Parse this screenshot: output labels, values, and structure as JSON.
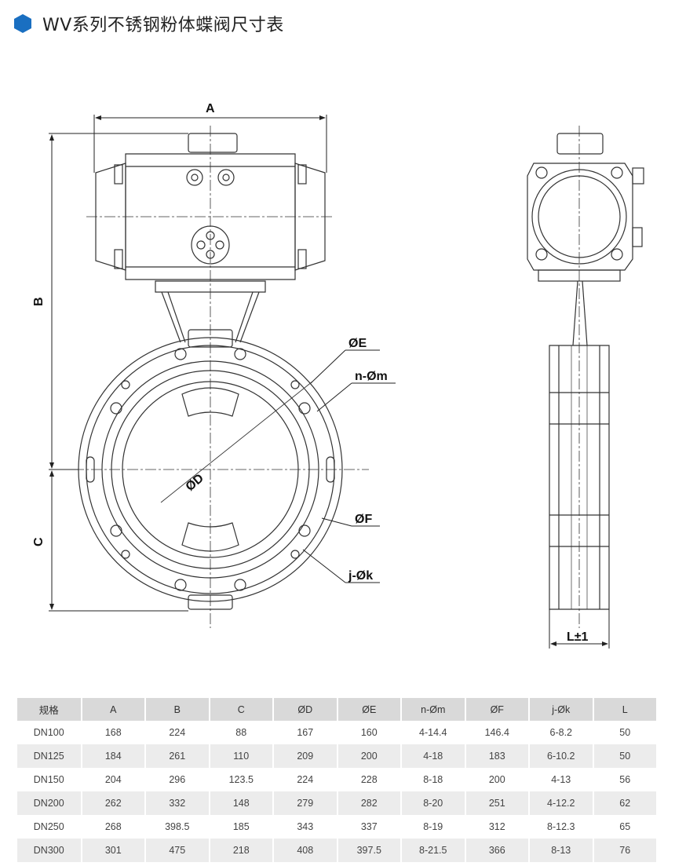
{
  "title": "WV系列不锈钢粉体蝶阀尺寸表",
  "colors": {
    "accent": "#1a6fc1",
    "header_bg": "#d9d9d9",
    "row_alt": "#ececec"
  },
  "drawing_labels": {
    "A": "A",
    "B": "B",
    "C": "C",
    "D": "ØD",
    "E": "ØE",
    "nm": "n-Øm",
    "F": "ØF",
    "jk": "j-Øk",
    "L": "L±1"
  },
  "table": {
    "headers": [
      "规格",
      "A",
      "B",
      "C",
      "ØD",
      "ØE",
      "n-Øm",
      "ØF",
      "j-Øk",
      "L"
    ],
    "rows": [
      [
        "DN100",
        "168",
        "224",
        "88",
        "167",
        "160",
        "4-14.4",
        "146.4",
        "6-8.2",
        "50"
      ],
      [
        "DN125",
        "184",
        "261",
        "110",
        "209",
        "200",
        "4-18",
        "183",
        "6-10.2",
        "50"
      ],
      [
        "DN150",
        "204",
        "296",
        "123.5",
        "224",
        "228",
        "8-18",
        "200",
        "4-13",
        "56"
      ],
      [
        "DN200",
        "262",
        "332",
        "148",
        "279",
        "282",
        "8-20",
        "251",
        "4-12.2",
        "62"
      ],
      [
        "DN250",
        "268",
        "398.5",
        "185",
        "343",
        "337",
        "8-19",
        "312",
        "8-12.3",
        "65"
      ],
      [
        "DN300",
        "301",
        "475",
        "218",
        "408",
        "397.5",
        "8-21.5",
        "366",
        "8-13",
        "76"
      ]
    ]
  }
}
